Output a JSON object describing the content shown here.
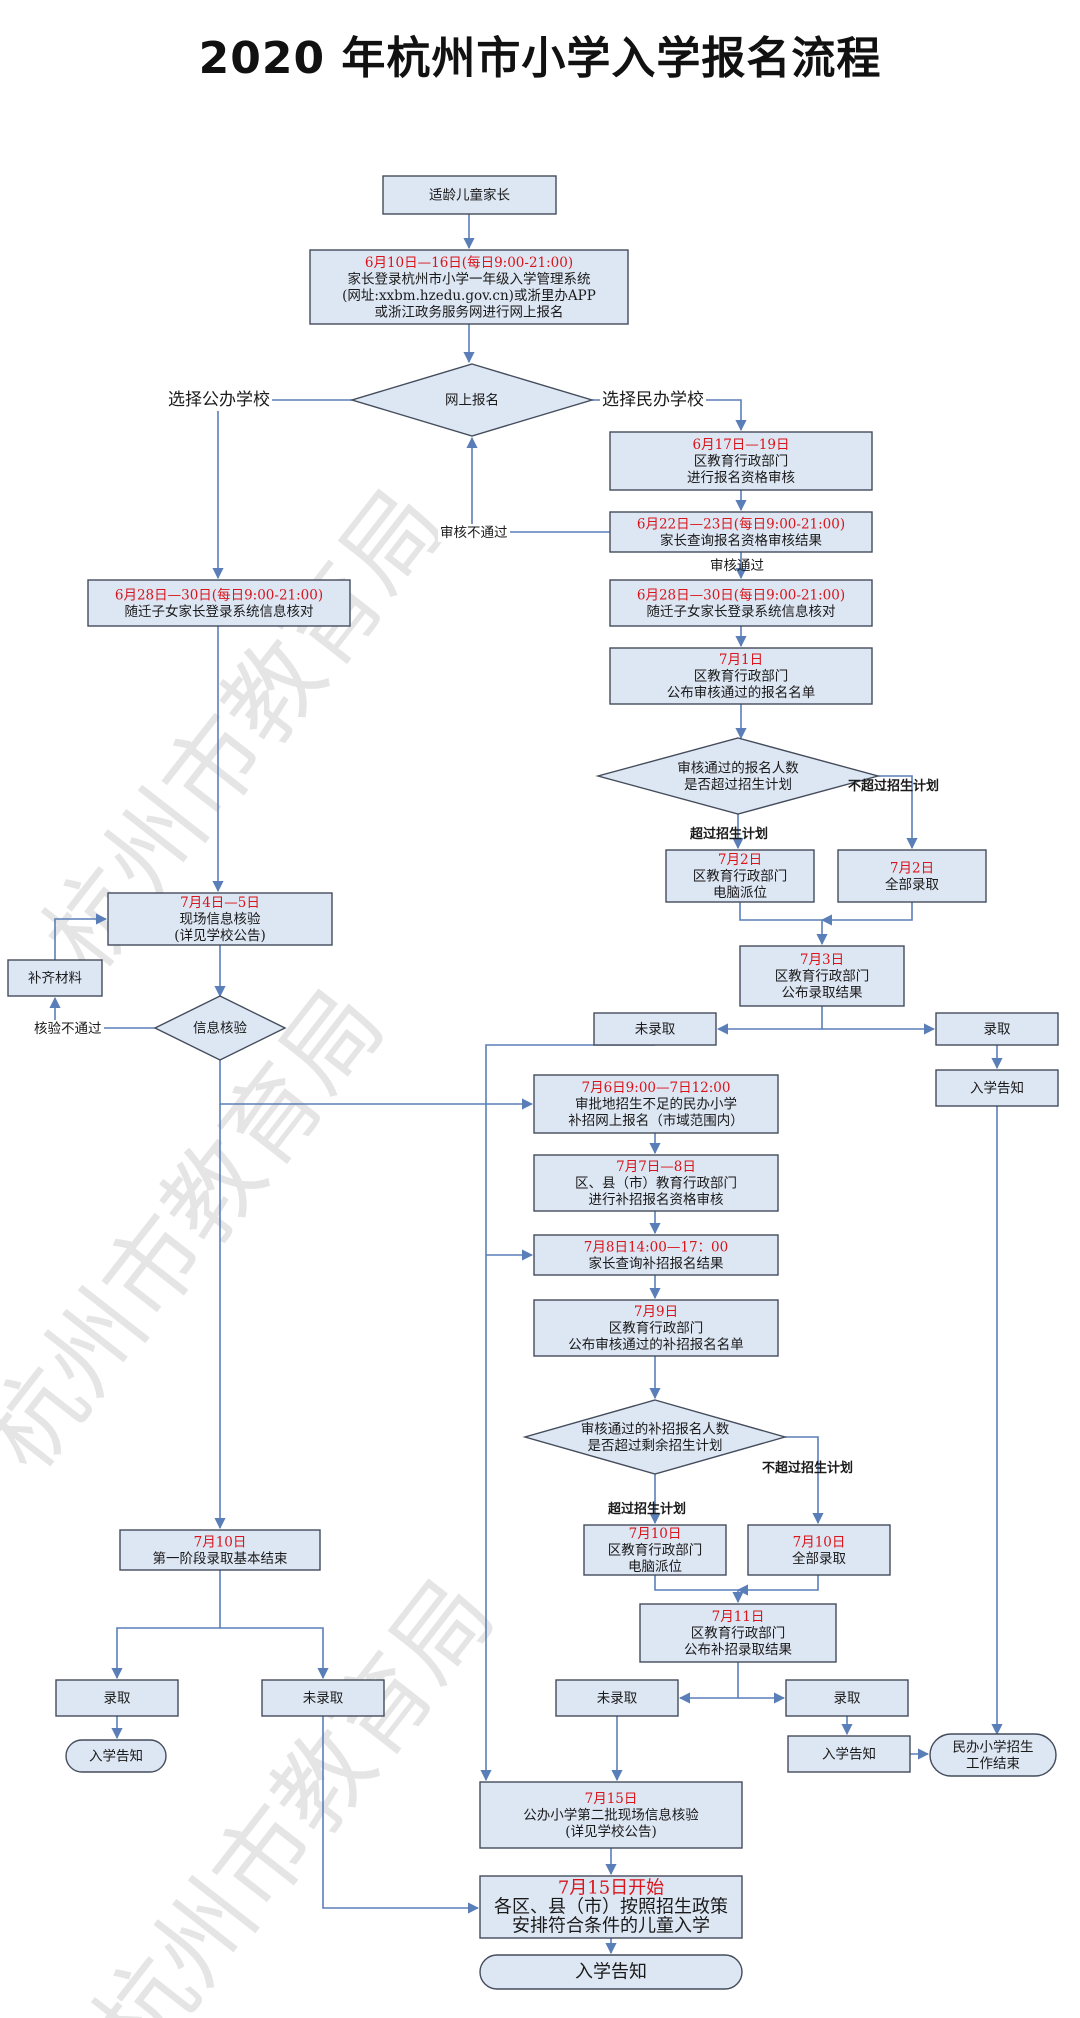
{
  "title": "2020 年杭州市小学入学报名流程",
  "watermark": "杭州市教育局",
  "nodes": {
    "start": {
      "lines": [
        "适龄儿童家长"
      ]
    },
    "online_reg": {
      "red": "6月10日—16日(每日9:00-21:00)",
      "lines": [
        "家长登录杭州市小学一年级入学管理系统",
        "(网址:xxbm.hzedu.gov.cn)或浙里办APP",
        "或浙江政务服务网进行网上报名"
      ]
    },
    "d_online": {
      "lines": [
        "网上报名"
      ]
    },
    "p_review": {
      "red": "6月17日—19日",
      "lines": [
        "区教育行政部门",
        "进行报名资格审核"
      ]
    },
    "p_query": {
      "red": "6月22日—23日(每日9:00-21:00)",
      "lines": [
        "家长查询报名资格审核结果"
      ]
    },
    "p_check": {
      "red": "6月28日—30日(每日9:00-21:00)",
      "lines": [
        "随迁子女家长登录系统信息核对"
      ]
    },
    "g_check": {
      "red": "6月28日—30日(每日9:00-21:00)",
      "lines": [
        "随迁子女家长登录系统信息核对"
      ]
    },
    "p_publish": {
      "red": "7月1日",
      "lines": [
        "区教育行政部门",
        "公布审核通过的报名名单"
      ]
    },
    "d_exceed": {
      "lines": [
        "审核通过的报名人数",
        "是否超过招生计划"
      ]
    },
    "p_lottery": {
      "red": "7月2日",
      "lines": [
        "区教育行政部门",
        "电脑派位"
      ]
    },
    "p_all": {
      "red": "7月2日",
      "lines": [
        "全部录取"
      ]
    },
    "p_result": {
      "red": "7月3日",
      "lines": [
        "区教育行政部门",
        "公布录取结果"
      ]
    },
    "g_onsite": {
      "red": "7月4日—5日",
      "lines": [
        "现场信息核验",
        "(详见学校公告)"
      ]
    },
    "supplement": {
      "lines": [
        "补齐材料"
      ]
    },
    "d_info": {
      "lines": [
        "信息核验"
      ]
    },
    "not_adm1": {
      "lines": [
        "未录取"
      ]
    },
    "adm1": {
      "lines": [
        "录取"
      ]
    },
    "notice1": {
      "lines": [
        "入学告知"
      ]
    },
    "s_online": {
      "red": "7月6日9:00—7日12:00",
      "lines": [
        "审批地招生不足的民办小学",
        "补招网上报名（市域范围内）"
      ]
    },
    "s_review": {
      "red": "7月7日—8日",
      "lines": [
        "区、县（市）教育行政部门",
        "进行补招报名资格审核"
      ]
    },
    "s_query": {
      "red": "7月8日14:00—17：00",
      "lines": [
        "家长查询补招报名结果"
      ]
    },
    "s_publish": {
      "red": "7月9日",
      "lines": [
        "区教育行政部门",
        "公布审核通过的补招报名名单"
      ]
    },
    "d_s_exceed": {
      "lines": [
        "审核通过的补招报名人数",
        "是否超过剩余招生计划"
      ]
    },
    "s_lottery": {
      "red": "7月10日",
      "lines": [
        "区教育行政部门",
        "电脑派位"
      ]
    },
    "s_all": {
      "red": "7月10日",
      "lines": [
        "全部录取"
      ]
    },
    "s_result": {
      "red": "7月11日",
      "lines": [
        "区教育行政部门",
        "公布补招录取结果"
      ]
    },
    "g_end": {
      "red": "7月10日",
      "lines": [
        "第一阶段录取基本结束"
      ]
    },
    "g_adm": {
      "lines": [
        "录取"
      ]
    },
    "g_not": {
      "lines": [
        "未录取"
      ]
    },
    "g_notice": {
      "lines": [
        "入学告知"
      ]
    },
    "s_not": {
      "lines": [
        "未录取"
      ]
    },
    "s_adm": {
      "lines": [
        "录取"
      ]
    },
    "s_notice": {
      "lines": [
        "入学告知"
      ]
    },
    "private_end": {
      "lines": [
        "民办小学招生",
        "工作结束"
      ]
    },
    "second_check": {
      "red": "7月15日",
      "lines": [
        "公办小学第二批现场信息核验",
        "(详见学校公告)"
      ]
    },
    "arrange": {
      "red": "7月15日开始",
      "lines": [
        "各区、县（市）按照招生政策",
        "安排符合条件的儿童入学"
      ]
    },
    "final_notice": {
      "lines": [
        "入学告知"
      ]
    }
  },
  "labels": {
    "choose_public": "选择公办学校",
    "choose_private": "选择民办学校",
    "review_fail": "审核不通过",
    "review_pass": "审核通过",
    "exceed": "超过招生计划",
    "not_exceed": "不超过招生计划",
    "verify_fail": "核验不通过",
    "s_exceed": "超过招生计划",
    "s_not_exceed": "不超过招生计划"
  },
  "colors": {
    "box_fill": "#dde6f3",
    "box_stroke": "#444c5c",
    "line": "#5a7fb8",
    "date_red": "#d9141a"
  }
}
